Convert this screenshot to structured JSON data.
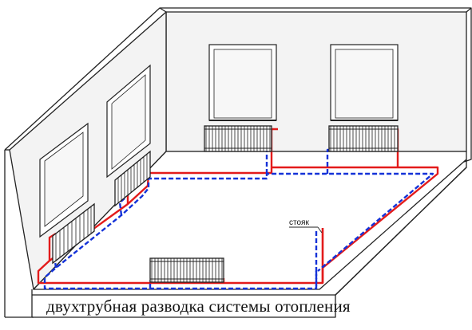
{
  "diagram": {
    "caption": "двухтрубная разводка системы отопления",
    "riser_label": "стояк",
    "colors": {
      "supply": "#e31b1b",
      "return": "#1432d8",
      "outline": "#222222",
      "wall_fill": "#f2f2f2",
      "floor_fill": "#ffffff"
    },
    "radiator_count": 5,
    "window_count": 4
  }
}
